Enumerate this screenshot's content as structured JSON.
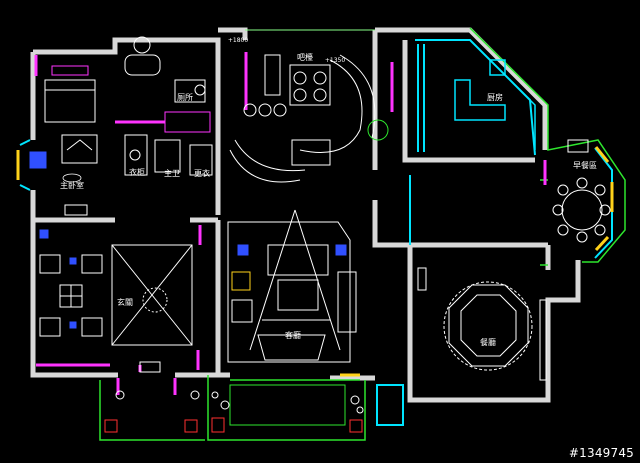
{
  "image": {
    "watermark": "#1349745",
    "colors": {
      "background": "#000000",
      "wall": "#d8d8d8",
      "window": "#00e5ff",
      "furniture": "#ffffff",
      "accent_magenta": "#ff33ff",
      "accent_green": "#2ee62e",
      "accent_yellow": "#ffd21a",
      "accent_red": "#ff3030",
      "accent_blue": "#3050ff"
    }
  },
  "plan": {
    "room_labels": [
      {
        "text": "主卧室"
      },
      {
        "text": "厕所"
      },
      {
        "text": "衣柜"
      },
      {
        "text": "主卫"
      },
      {
        "text": "玄關"
      },
      {
        "text": "客廳"
      },
      {
        "text": "吧檯"
      },
      {
        "text": "厨房"
      },
      {
        "text": "餐廳"
      },
      {
        "text": "早餐區"
      },
      {
        "text": "更衣"
      }
    ],
    "dimension_labels": [
      {
        "text": "+1800"
      },
      {
        "text": "+1350"
      }
    ]
  }
}
